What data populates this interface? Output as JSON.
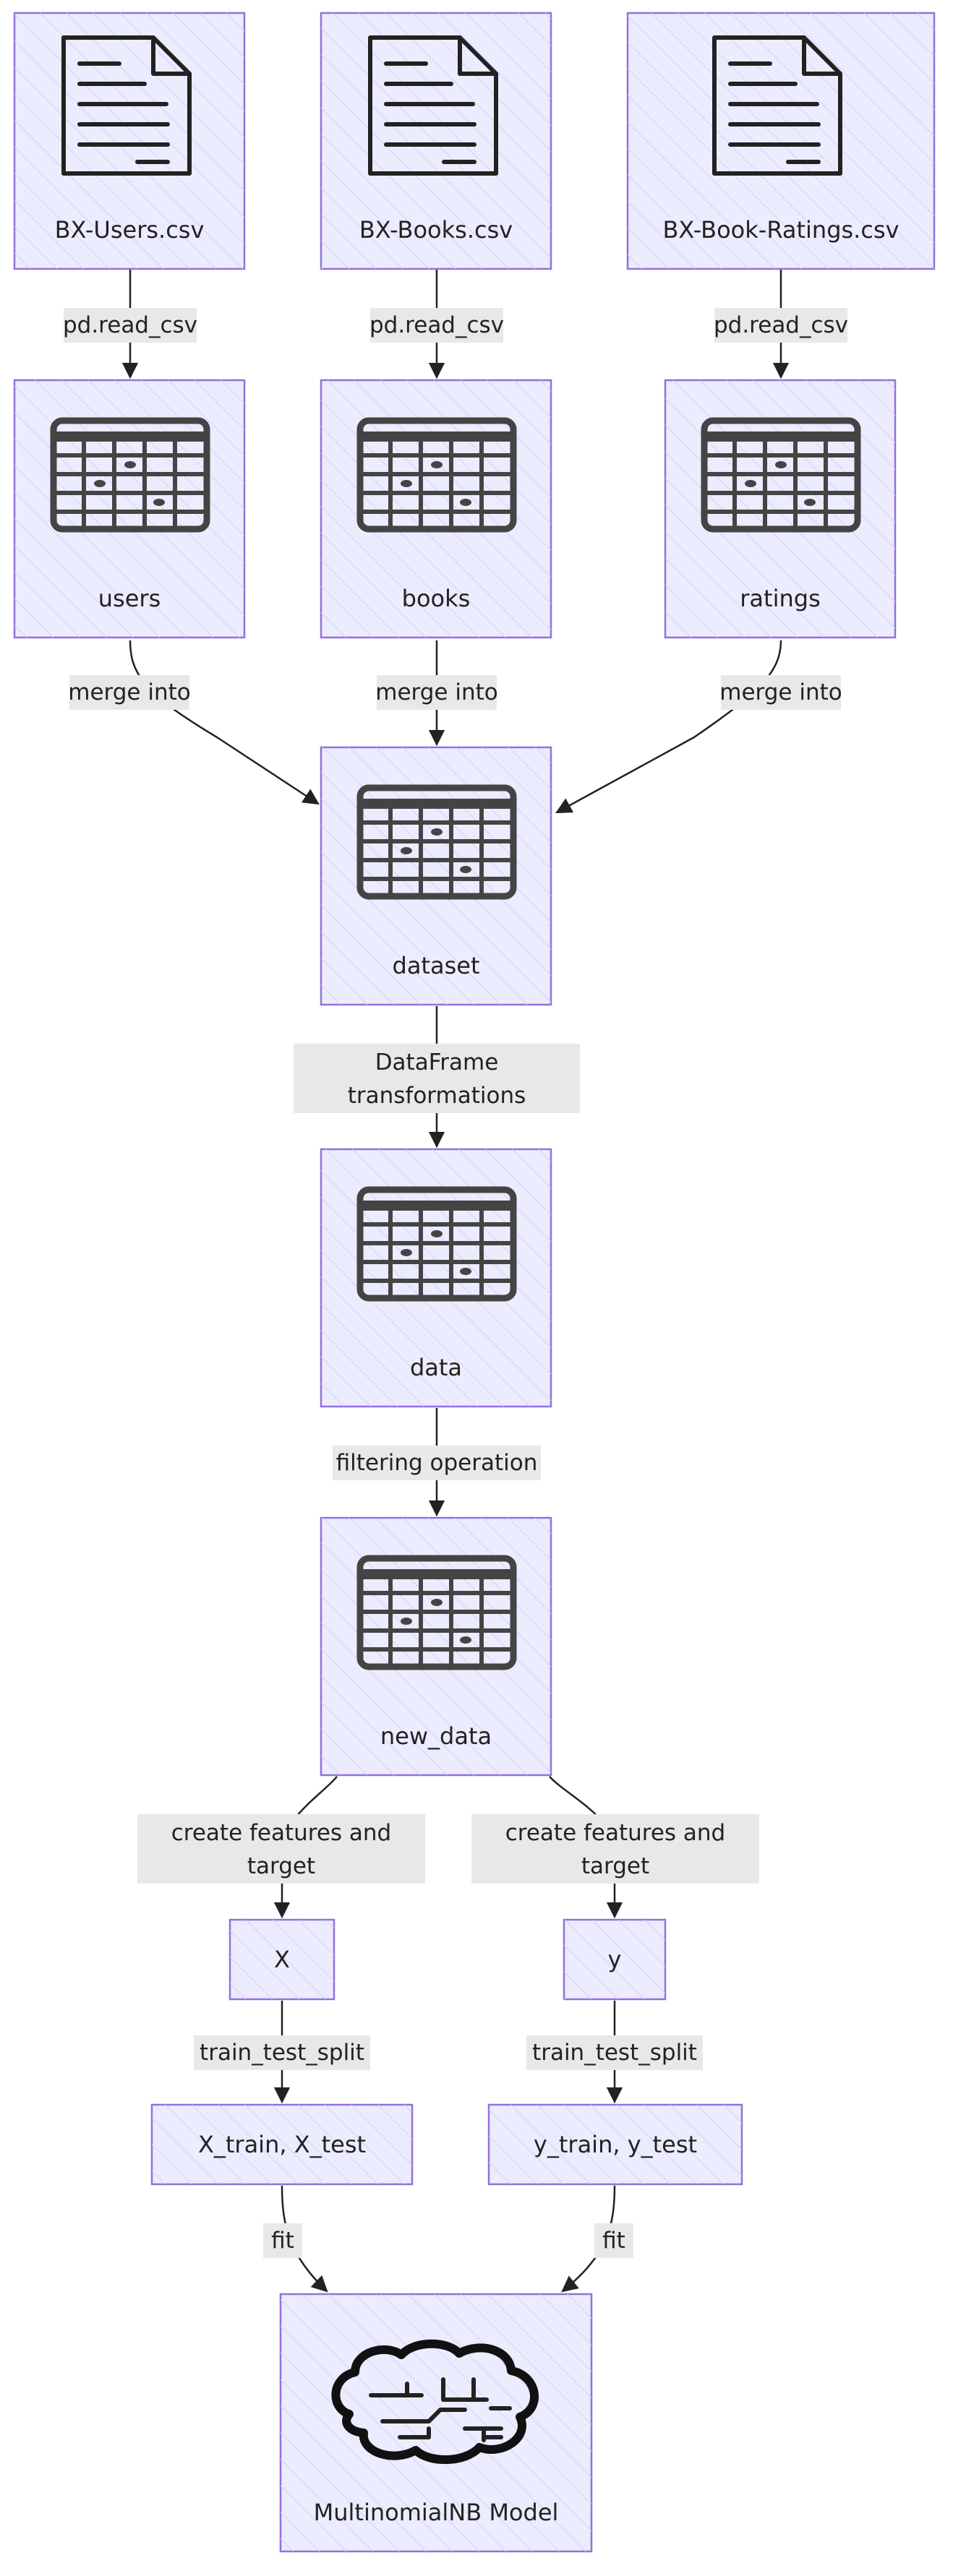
{
  "nodes": {
    "users_csv": "BX-Users.csv",
    "books_csv": "BX-Books.csv",
    "ratings_csv": "BX-Book-Ratings.csv",
    "users": "users",
    "books": "books",
    "ratings": "ratings",
    "dataset": "dataset",
    "data": "data",
    "new_data": "new_data",
    "x": "X",
    "y": "y",
    "x_split": "X_train, X_test",
    "y_split": "y_train, y_test",
    "model": "MultinomialNB Model"
  },
  "edges": {
    "read_users": "pd.read_csv",
    "read_books": "pd.read_csv",
    "read_ratings": "pd.read_csv",
    "merge_users": "merge into",
    "merge_books": "merge into",
    "merge_ratings": "merge into",
    "transform": [
      "DataFrame",
      "transformations"
    ],
    "filter": "filtering operation",
    "features_x": [
      "create features and",
      "target"
    ],
    "features_y": [
      "create features and",
      "target"
    ],
    "split_x": "train_test_split",
    "split_y": "train_test_split",
    "fit_x": "fit",
    "fit_y": "fit"
  },
  "icons": {
    "csv_nodes": "document-icon",
    "table_nodes": "table-icon",
    "model_node": "brain-icon"
  },
  "colors": {
    "node_fill": "#ececff",
    "node_border": "#9370db",
    "edge_label_bg": "#e8e8e8",
    "edge": "#222222"
  }
}
